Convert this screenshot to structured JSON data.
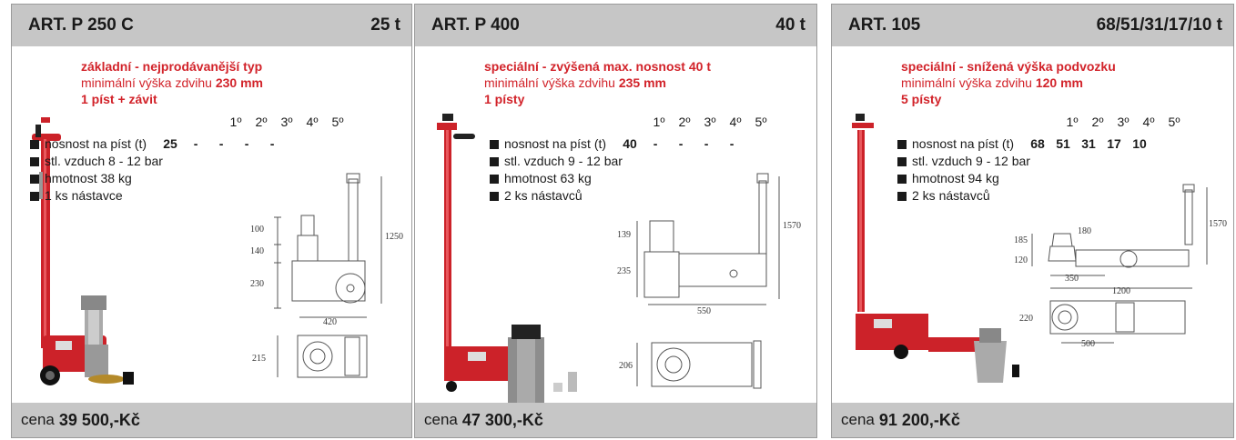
{
  "panels": [
    {
      "title": "ART. P 250 C",
      "capacity": "25 t",
      "line1": "základní - nejprodávanější typ",
      "line2_prefix": "minimální výška zdvihu ",
      "line2_value": "230 mm",
      "line3": "1 píst + závit",
      "stages": [
        "1º",
        "2º",
        "3º",
        "4º",
        "5º"
      ],
      "specs": [
        "nosnost na píst (t)",
        "stl. vzduch 8 - 12 bar",
        "hmotnost 38 kg",
        "1 ks nástavce"
      ],
      "capacity_values": [
        "25",
        "-",
        "-",
        "-",
        "-"
      ],
      "dims": [
        "100",
        "140",
        "230",
        "1250",
        "420",
        "215"
      ],
      "price_label": "cena",
      "price": "39 500,-Kč"
    },
    {
      "title": "ART. P 400",
      "capacity": "40 t",
      "line1": "speciální - zvýšená max. nosnost 40 t",
      "line2_prefix": "minimální výška zdvihu ",
      "line2_value": "235 mm",
      "line3": "1 písty",
      "stages": [
        "1º",
        "2º",
        "3º",
        "4º",
        "5º"
      ],
      "specs": [
        "nosnost na píst (t)",
        "stl. vzduch 9 - 12 bar",
        "hmotnost 63 kg",
        "2 ks nástavců"
      ],
      "capacity_values": [
        "40",
        "-",
        "-",
        "-",
        "-"
      ],
      "dims": [
        "139",
        "235",
        "1570",
        "550",
        "206"
      ],
      "price_label": "cena",
      "price": "47 300,-Kč"
    },
    {
      "title": "ART. 105",
      "capacity": "68/51/31/17/10 t",
      "line1": "speciální - snížená výška podvozku",
      "line2_prefix": "minimální výška zdvihu ",
      "line2_value": "120 mm",
      "line3": "5 písty",
      "stages": [
        "1º",
        "2º",
        "3º",
        "4º",
        "5º"
      ],
      "specs": [
        "nosnost na píst (t)",
        "stl. vzduch 9 - 12 bar",
        "hmotnost 94 kg",
        "2 ks nástavců"
      ],
      "capacity_values": [
        "68",
        "51",
        "31",
        "17",
        "10"
      ],
      "dims": [
        "185",
        "120",
        "180",
        "1570",
        "350",
        "1200",
        "220",
        "500"
      ],
      "price_label": "cena",
      "price": "91 200,-Kč"
    }
  ],
  "colors": {
    "accent": "#d2232a",
    "header_bg": "#c6c6c6",
    "jack_red": "#cc2229"
  }
}
